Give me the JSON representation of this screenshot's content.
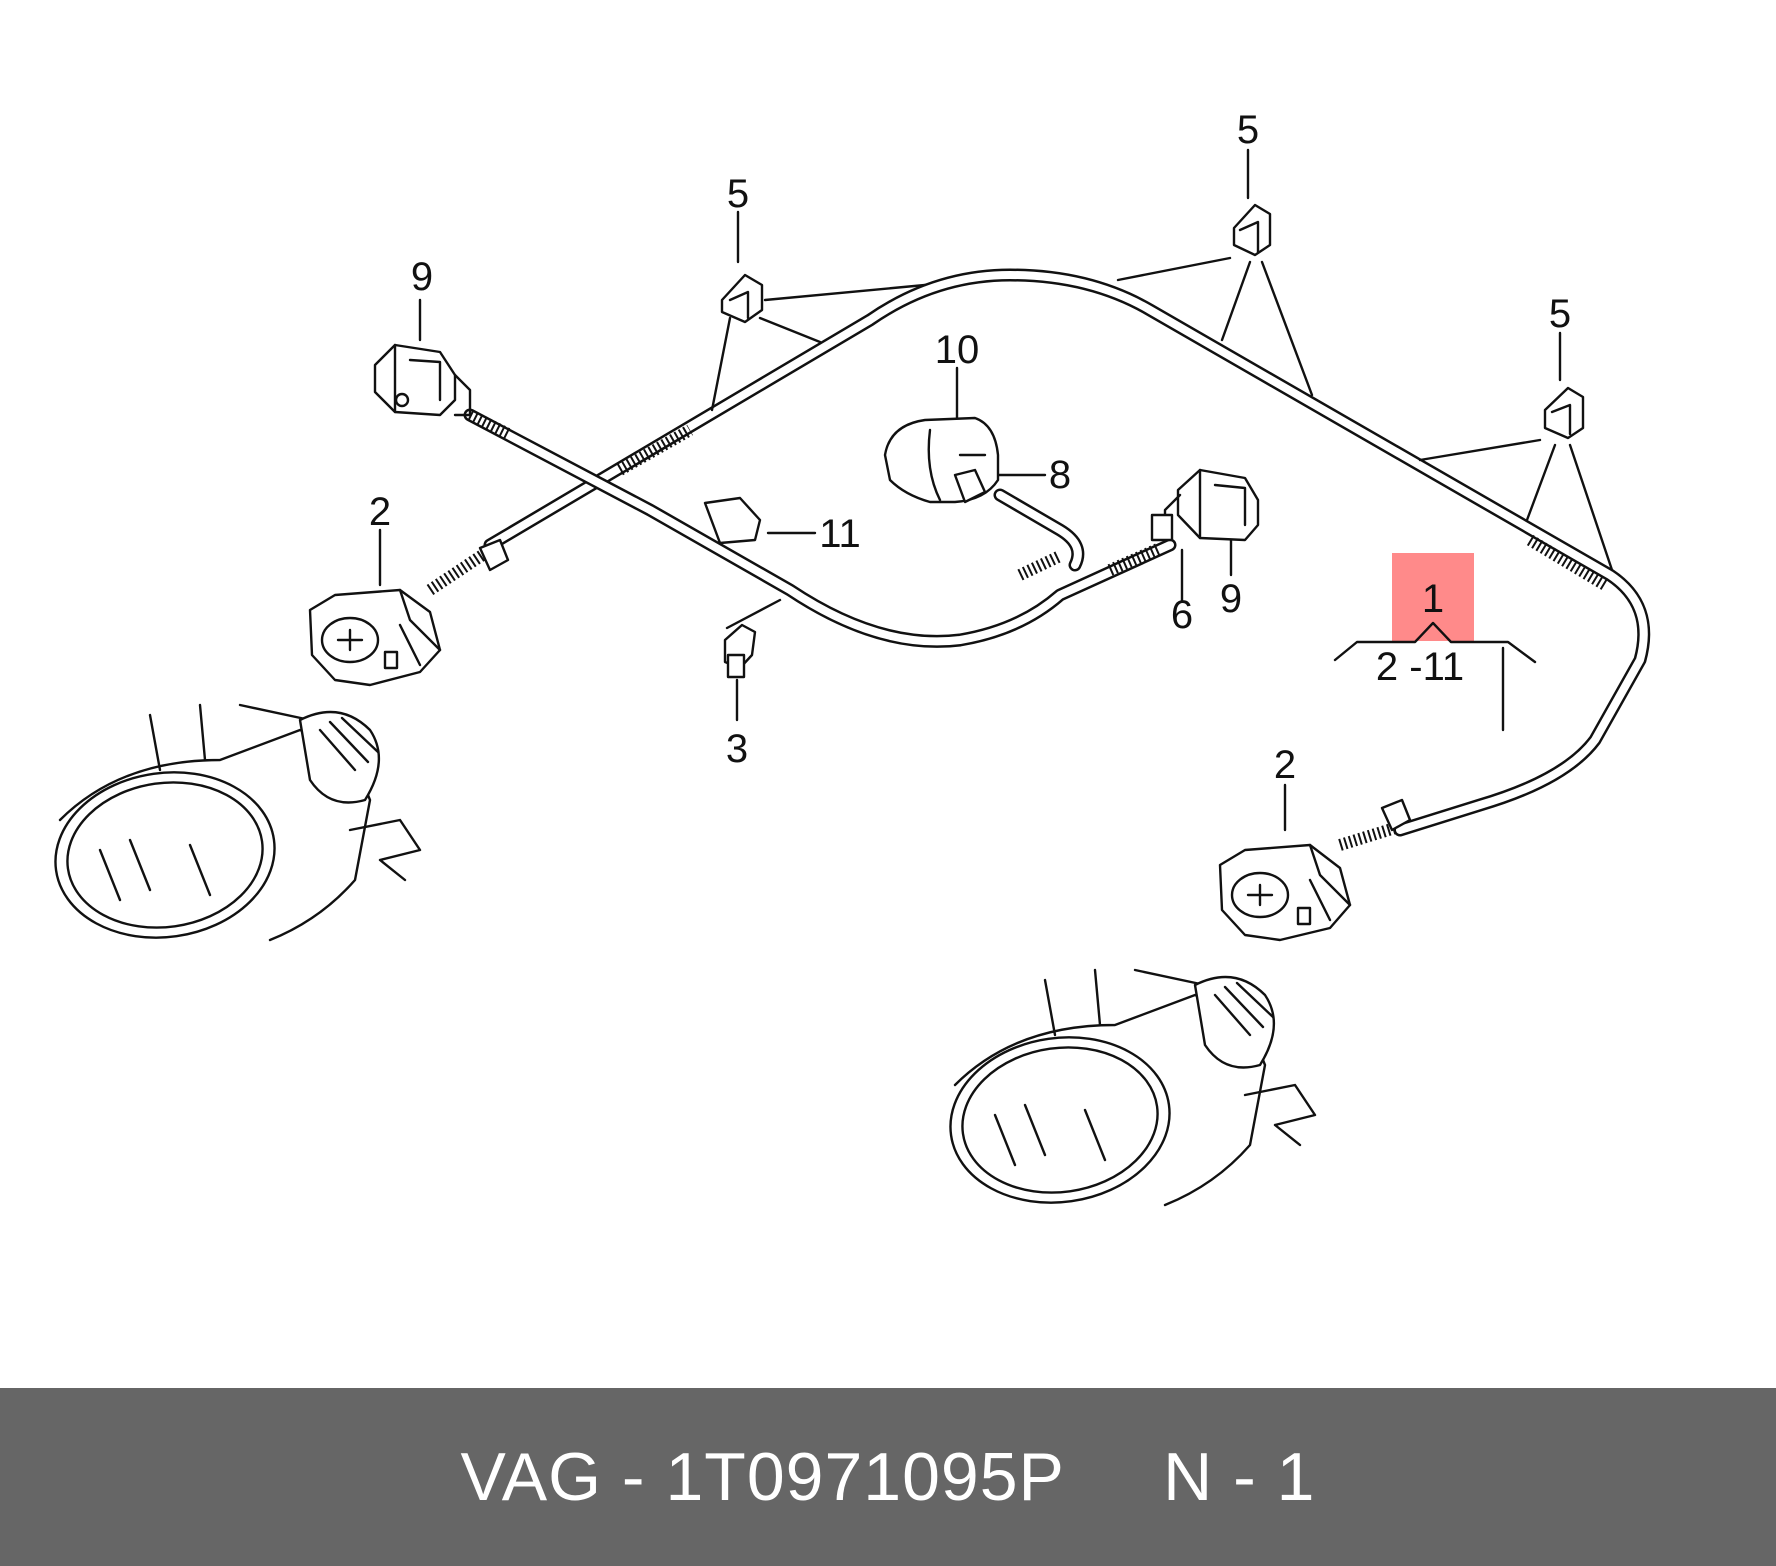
{
  "colors": {
    "footer_bg": "#666666",
    "footer_text": "#ffffff",
    "highlight": "#ff8a8a",
    "line": "#111111"
  },
  "callouts": {
    "c1": "1",
    "c1_range": "2 -11",
    "c2_left": "2",
    "c2_right": "2",
    "c3": "3",
    "c5_a": "5",
    "c5_b": "5",
    "c5_c": "5",
    "c6": "6",
    "c8": "8",
    "c9_left": "9",
    "c9_right": "9",
    "c10": "10",
    "c11": "11"
  },
  "footer": {
    "text": "VAG - 1T0971095P     N - 1"
  }
}
